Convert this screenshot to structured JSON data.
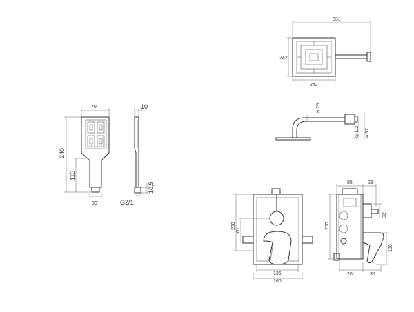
{
  "head_top": {
    "w331": "331",
    "h242": "242",
    "w242": "242"
  },
  "head_side": {
    "d25": "ø 25",
    "g12": "G 1/2",
    "d52": "ø 52"
  },
  "hand": {
    "w70": "70",
    "h240": "240",
    "h113": "113",
    "w50": "50",
    "w10": "10",
    "h105": "10,5",
    "g2": "G2/1"
  },
  "mixer_front": {
    "h200": "200",
    "h61": "61",
    "w135": "135",
    "w160": "160"
  },
  "mixer_side": {
    "w85": "85",
    "w28": "28",
    "h200": "200",
    "h32": "32",
    "h100": "100",
    "w20": "20",
    "w35": "35"
  }
}
